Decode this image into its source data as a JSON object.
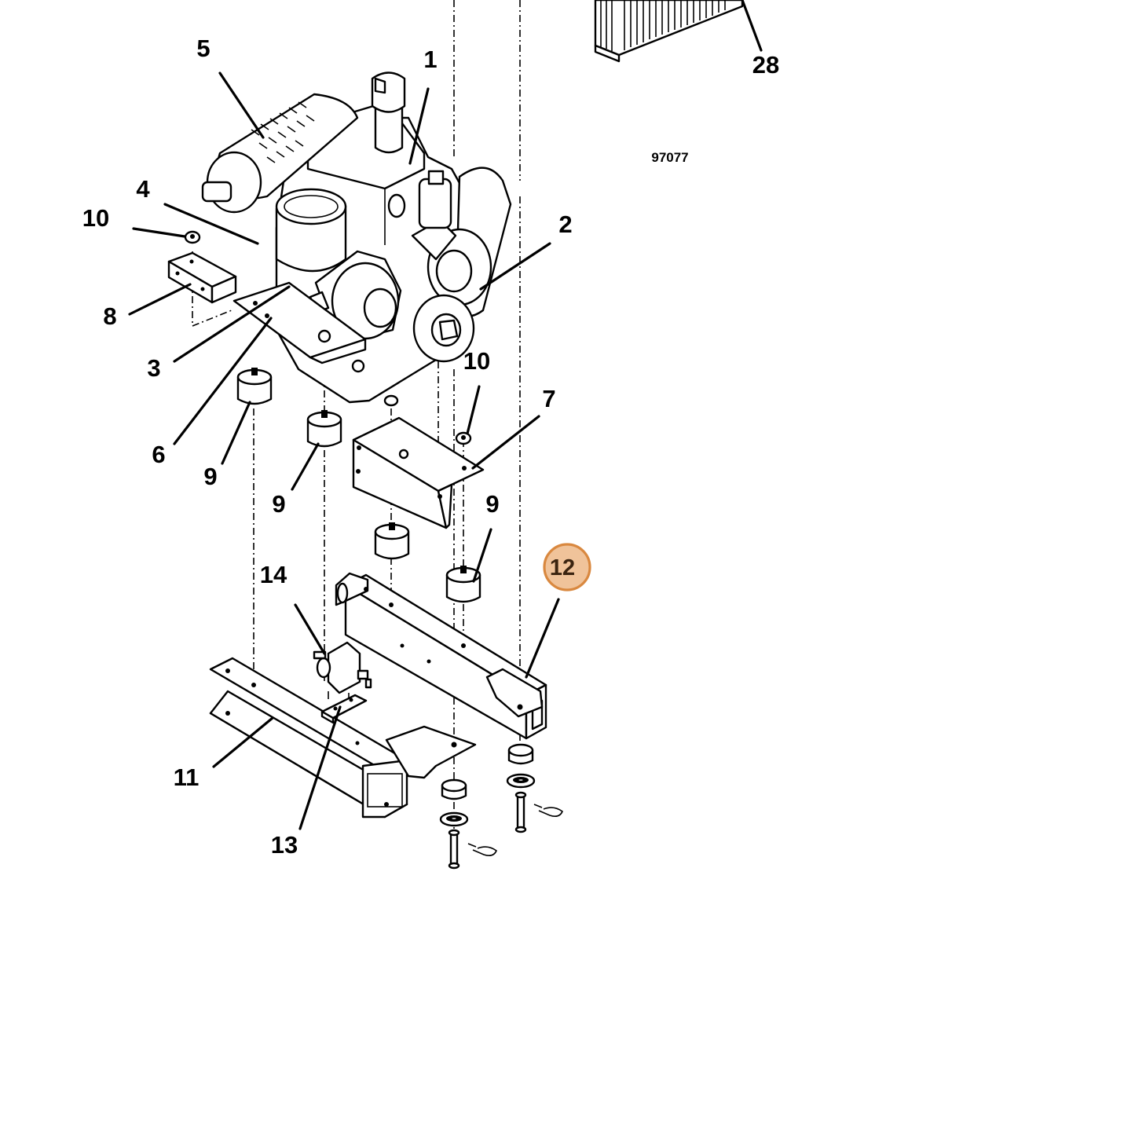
{
  "drawing_number": "97077",
  "highlight": {
    "label": "12",
    "fill": "#f0c39a",
    "stroke": "#d9883f"
  },
  "callouts": [
    {
      "id": "c1",
      "label": "1"
    },
    {
      "id": "c2",
      "label": "2"
    },
    {
      "id": "c3",
      "label": "3"
    },
    {
      "id": "c4",
      "label": "4"
    },
    {
      "id": "c5",
      "label": "5"
    },
    {
      "id": "c6",
      "label": "6"
    },
    {
      "id": "c7",
      "label": "7"
    },
    {
      "id": "c8",
      "label": "8"
    },
    {
      "id": "c9a",
      "label": "9"
    },
    {
      "id": "c9b",
      "label": "9"
    },
    {
      "id": "c9c",
      "label": "9"
    },
    {
      "id": "c10a",
      "label": "10"
    },
    {
      "id": "c10b",
      "label": "10"
    },
    {
      "id": "c11",
      "label": "11"
    },
    {
      "id": "c13",
      "label": "13"
    },
    {
      "id": "c14",
      "label": "14"
    },
    {
      "id": "c28",
      "label": "28"
    }
  ]
}
